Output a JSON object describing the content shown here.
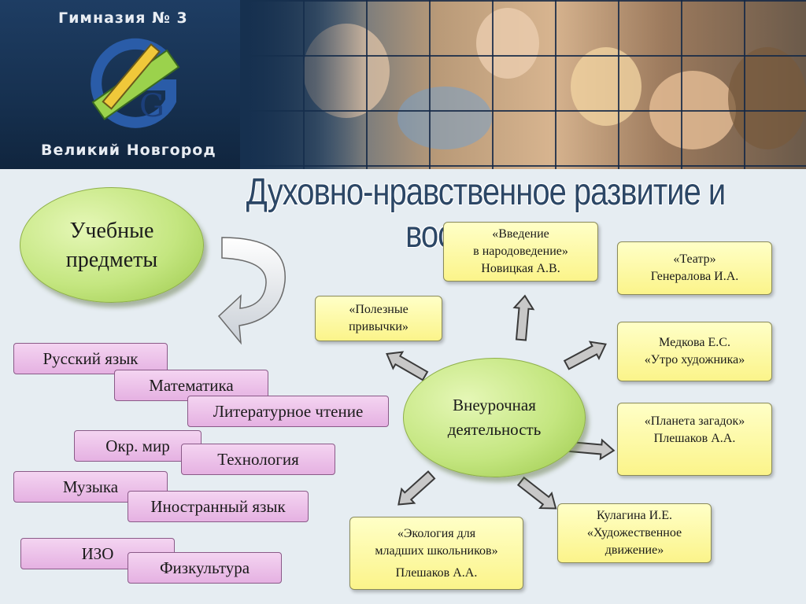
{
  "header": {
    "school_name": "Гимназия № 3",
    "city": "Великий Новгород",
    "logo_letter": "G"
  },
  "title": "Духовно-нравственное развитие и воспитание",
  "subjects_oval": {
    "line1": "Учебные",
    "line2": "предметы"
  },
  "subjects": [
    "Русский язык",
    "Математика",
    "Литературное чтение",
    "Окр. мир",
    "Технология",
    "Музыка",
    "Иностранный язык",
    "ИЗО",
    "Физкультура"
  ],
  "extracurricular_oval": {
    "line1": "Внеурочная",
    "line2": "деятельность"
  },
  "activities": {
    "useful_habits": {
      "line1": "«Полезные",
      "line2": "привычки»"
    },
    "ethnography": {
      "line1": "«Введение",
      "line2": "в народоведение»",
      "line3": "Новицкая  А.В."
    },
    "theater": {
      "line1": "«Театр»",
      "line2": "Генералова И.А."
    },
    "artist_morning": {
      "line1": "Медкова Е.С.",
      "line2": "«Утро художника»"
    },
    "riddles": {
      "line1": "«Планета  загадок»",
      "line2": "Плешаков А.А."
    },
    "art_movement": {
      "line1": "Кулагина И.Е.",
      "line2": "«Художественное",
      "line3": "движение»"
    },
    "ecology": {
      "line1": "«Экология для",
      "line2": "младших школьников»",
      "line3": "Плешаков А.А."
    }
  },
  "colors": {
    "header_bg": "#16304f",
    "oval_green": "#c4e680",
    "subject_pink": "#e5b1e2",
    "activity_yellow": "#fbf48a",
    "title_text": "#2c4766"
  }
}
